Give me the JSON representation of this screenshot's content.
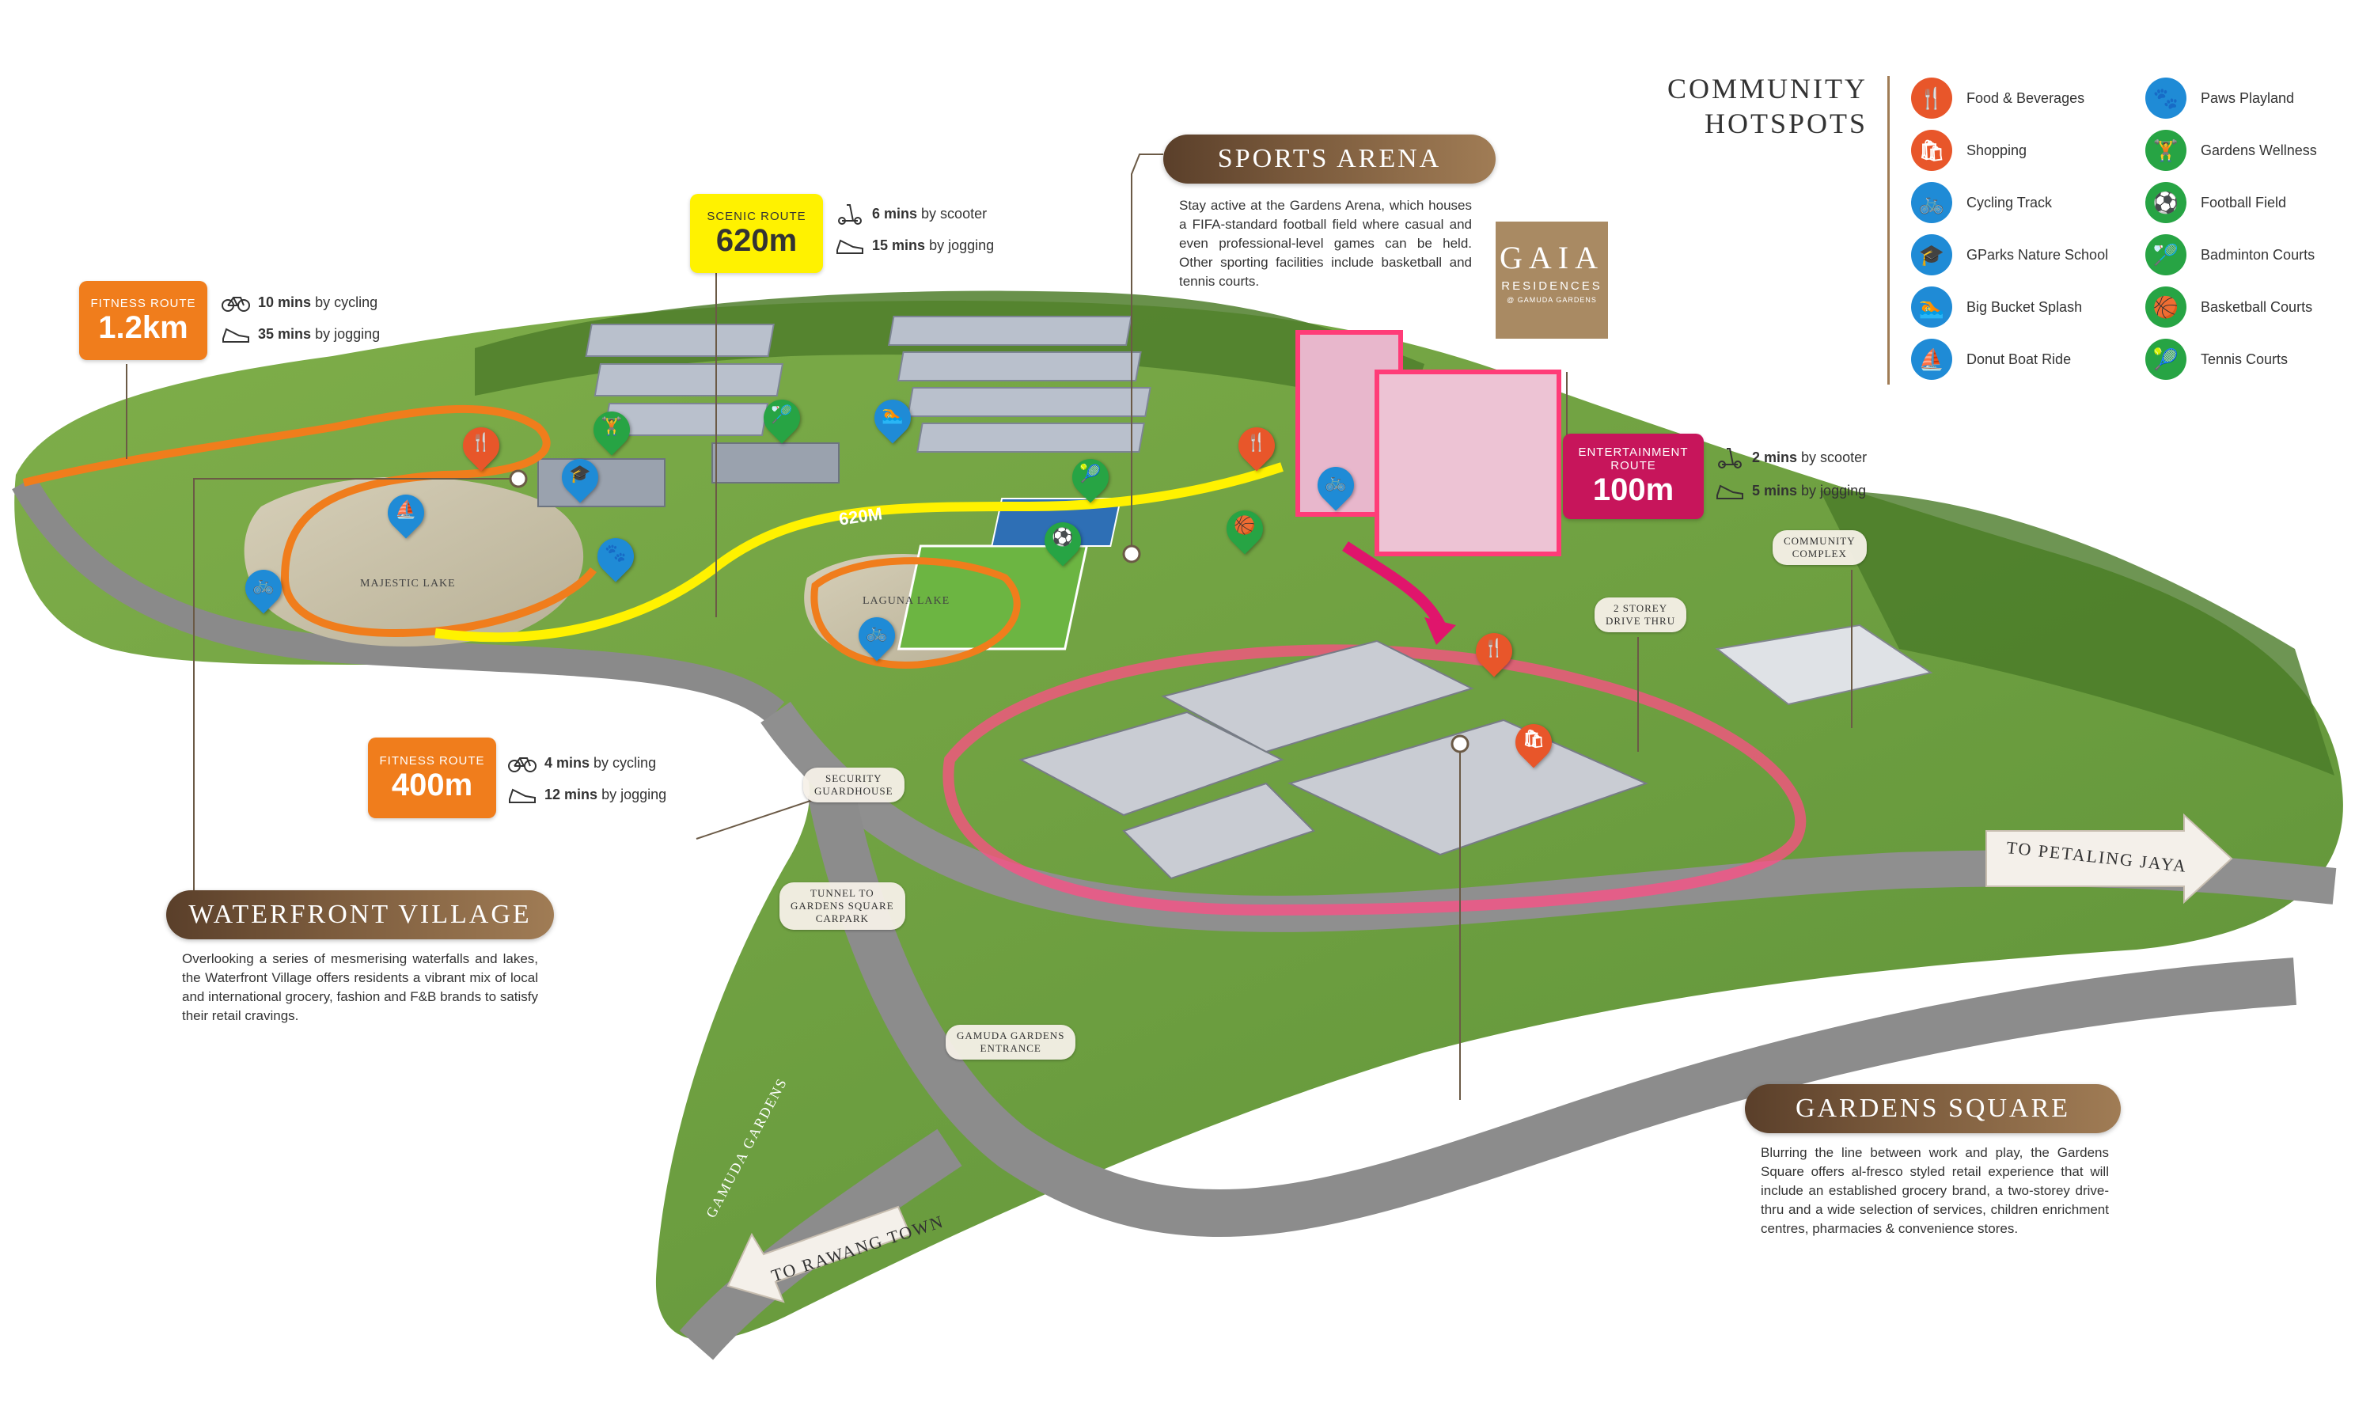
{
  "sections": {
    "sports_arena": {
      "title": "SPORTS ARENA",
      "description": "Stay active at the Gardens Arena, which houses a FIFA-standard football field where casual and even professional-level games can be held. Other sporting facilities include basketball and tennis courts."
    },
    "waterfront_village": {
      "title": "WATERFRONT VILLAGE",
      "description": "Overlooking a series of mesmerising waterfalls and lakes, the Waterfront Village offers residents a vibrant mix of local and international grocery, fashion and F&B brands to satisfy their retail cravings."
    },
    "gardens_square": {
      "title": "GARDENS SQUARE",
      "description": "Blurring the line between work and play, the Gardens Square offers al-fresco styled retail experience that will include an established grocery brand, a two-storey drive-thru and a wide selection of services, children enrichment centres, pharmacies & convenience stores."
    }
  },
  "routes": {
    "fitness_1": {
      "label": "FITNESS ROUTE",
      "distance": "1.2km",
      "color": "#f07d1c",
      "stats": [
        {
          "time": "10 mins",
          "mode": "by cycling",
          "icon": "bicycle-icon"
        },
        {
          "time": "35 mins",
          "mode": "by jogging",
          "icon": "shoe-icon"
        }
      ]
    },
    "scenic": {
      "label": "SCENIC ROUTE",
      "distance": "620m",
      "color": "#fff200",
      "stats": [
        {
          "time": "6 mins",
          "mode": "by scooter",
          "icon": "scooter-icon"
        },
        {
          "time": "15 mins",
          "mode": "by jogging",
          "icon": "shoe-icon"
        }
      ]
    },
    "fitness_2": {
      "label": "FITNESS ROUTE",
      "distance": "400m",
      "color": "#f07d1c",
      "stats": [
        {
          "time": "4 mins",
          "mode": "by cycling",
          "icon": "bicycle-icon"
        },
        {
          "time": "12 mins",
          "mode": "by jogging",
          "icon": "shoe-icon"
        }
      ]
    },
    "entertainment": {
      "label": "ENTERTAINMENT\nROUTE",
      "distance": "100m",
      "color": "#c7155b",
      "stats": [
        {
          "time": "2 mins",
          "mode": "by scooter",
          "icon": "scooter-icon"
        },
        {
          "time": "5 mins",
          "mode": "by jogging",
          "icon": "shoe-icon"
        }
      ]
    },
    "scenic_path_label": "620M"
  },
  "legend": {
    "title_line1": "COMMUNITY",
    "title_line2": "HOTSPOTS",
    "items": [
      {
        "label": "Food & Beverages",
        "color": "#e8562a",
        "glyph": "🍴",
        "icon": "food-icon"
      },
      {
        "label": "Shopping",
        "color": "#e8562a",
        "glyph": "🛍",
        "icon": "shopping-bag-icon"
      },
      {
        "label": "Cycling Track",
        "color": "#1f8bd6",
        "glyph": "🚲",
        "icon": "bicycle-icon"
      },
      {
        "label": "GParks Nature School",
        "color": "#1f8bd6",
        "glyph": "🎓",
        "icon": "graduation-cap-icon"
      },
      {
        "label": "Big Bucket Splash",
        "color": "#1f8bd6",
        "glyph": "🏊",
        "icon": "swimmer-icon"
      },
      {
        "label": "Donut Boat Ride",
        "color": "#1f8bd6",
        "glyph": "⛵",
        "icon": "boat-icon"
      },
      {
        "label": "Paws Playland",
        "color": "#1f8bd6",
        "glyph": "🐾",
        "icon": "paw-icon"
      },
      {
        "label": "Gardens Wellness",
        "color": "#27a444",
        "glyph": "🏋",
        "icon": "dumbbell-icon"
      },
      {
        "label": "Football Field",
        "color": "#27a444",
        "glyph": "⚽",
        "icon": "football-icon"
      },
      {
        "label": "Badminton Courts",
        "color": "#27a444",
        "glyph": "🏸",
        "icon": "badminton-icon"
      },
      {
        "label": "Basketball Courts",
        "color": "#27a444",
        "glyph": "🏀",
        "icon": "basketball-icon"
      },
      {
        "label": "Tennis Courts",
        "color": "#27a444",
        "glyph": "🎾",
        "icon": "tennis-icon"
      }
    ]
  },
  "map_labels": {
    "majestic_lake": "MAJESTIC LAKE",
    "laguna_lake": "LAGUNA LAKE",
    "community_complex": "COMMUNITY\nCOMPLEX",
    "drive_thru": "2 STOREY\nDRIVE THRU",
    "security": "SECURITY\nGUARDHOUSE",
    "tunnel": "TUNNEL TO\nGARDENS SQUARE\nCARPARK",
    "entrance": "GAMUDA GARDENS\nENTRANCE",
    "to_petaling": "TO PETALING JAYA",
    "to_rawang": "TO RAWANG TOWN",
    "gamuda_gardens_road": "GAMUDA GARDENS"
  },
  "gaia_logo": {
    "name": "GAIA",
    "sub1": "RESIDENCES",
    "sub2": "@ GAMUDA GARDENS"
  }
}
